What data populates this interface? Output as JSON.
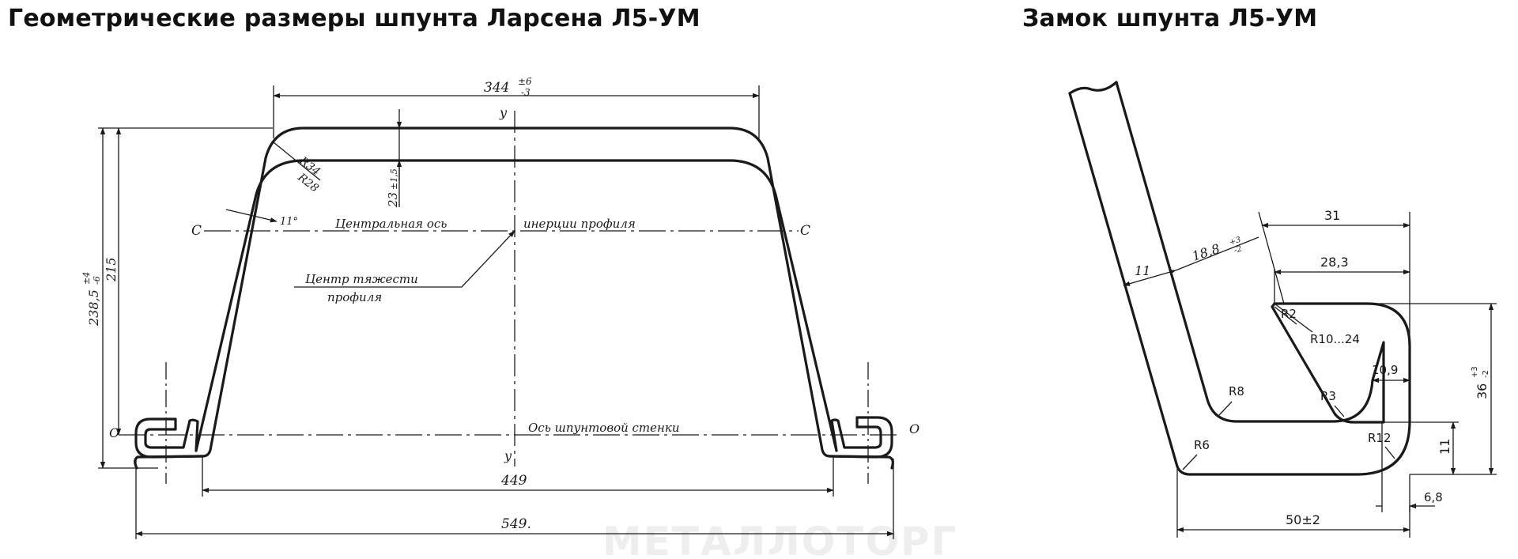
{
  "titles": {
    "left": "Геометрические размеры шпунта Ларсена Л5-УМ",
    "right": "Замок шпунта Л5-УМ"
  },
  "watermark": "МЕТАЛЛОТОРГ",
  "profile": {
    "dim_top": "344",
    "dim_top_tol": "±6",
    "dim_top_tol2": "-3",
    "dim_height_total": "238,5",
    "dim_height_total_tol": "±4",
    "dim_height_total_tol2": "-6",
    "dim_height": "215",
    "dim_flange": "23",
    "dim_flange_tol": "±1,5",
    "dim_inner": "449",
    "dim_total": "549.",
    "r_outer": "R34",
    "r_inner": "R28",
    "angle": "11°",
    "axis_y": "у",
    "axis_c": "С",
    "axis_o": "О",
    "center_axis_label_a": "Центральная ось",
    "center_axis_label_b": "инерции профиля",
    "gravity_label_a": "Центр тяжести",
    "gravity_label_b": "профиля",
    "wall_axis_label": "Ось шпунтовой стенки"
  },
  "lock": {
    "dim_31": "31",
    "dim_28_3": "28,3",
    "dim_18_8": "18,8",
    "dim_18_8_tol": "+3",
    "dim_18_8_tol2": "-2",
    "dim_11_wall": "11",
    "dim_36": "36",
    "dim_36_tol": "+3",
    "dim_36_tol2": "-2",
    "dim_10_9": "10,9",
    "dim_11_right": "11",
    "dim_6_8": "6,8",
    "dim_50": "50±2",
    "r2": "R2",
    "r10_24": "R10...24",
    "r8": "R8",
    "r3": "R3",
    "r12": "R12",
    "r6": "R6"
  }
}
